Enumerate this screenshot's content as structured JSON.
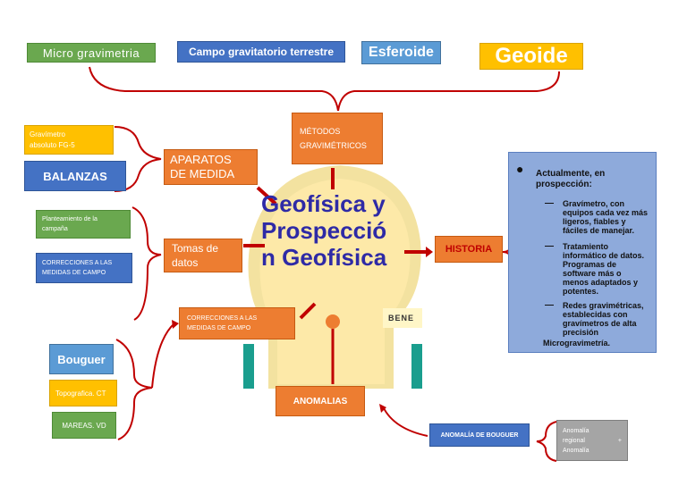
{
  "top_row": {
    "micro": "Micro gravimetria",
    "campo": "Campo gravitatorio terrestre",
    "esferoide": "Esferoide",
    "geoide": "Geoide"
  },
  "metodos": [
    "MÉTODOS",
    "GRAVIMÉTRICOS"
  ],
  "aparatos": [
    "APARATOS",
    "DE MEDIDA"
  ],
  "gravimetro": [
    "Gravímetro",
    "absoluto FG-5"
  ],
  "balanzas": "BALANZAS",
  "tomas": [
    "Tomas de",
    "datos"
  ],
  "planteamiento": [
    "Planteamiento de la",
    "campaña"
  ],
  "correcciones_left": [
    "CORRECCIONES A LAS",
    "MEDIDAS DE CAMPO"
  ],
  "correcciones_center": [
    "CORRECCIONES A LAS",
    "MEDIDAS DE CAMPO"
  ],
  "center_title": [
    "Geofísica y",
    "Prospecció",
    "n Geofísica"
  ],
  "bene_label": "BENE",
  "historia": "HISTORIA",
  "history_panel": {
    "intro": [
      "Actualmente, en",
      "prospección:"
    ],
    "items": [
      [
        "Gravímetro, con",
        "equipos cada vez más",
        "ligeros, fiables y",
        "fáciles de manejar."
      ],
      [
        "Tratamiento",
        "informático de datos.",
        "Programas de",
        "software más o",
        "menos adaptados y",
        "potentes."
      ],
      [
        "Redes gravimétricas,",
        "establecidas con",
        "gravímetros de alta",
        "precisión"
      ]
    ],
    "last": "Microgravimetría."
  },
  "bouguer": "Bouguer",
  "topografica": "Topografica. CT",
  "mareas": "MAREAS. VD",
  "anomalias": "ANOMALIAS",
  "anomalia_bouguer": "ANOMALÍA DE BOUGUER",
  "anomalia_box": [
    "Anomalía",
    "regional",
    "+",
    "Anomalía"
  ],
  "colors": {
    "green": "#6aa84f",
    "blue": "#4472c4",
    "orange": "#ed7d31",
    "yellow": "#ffc000",
    "gray": "#a5a5a5",
    "connector": "#c00000",
    "title": "#2e2aa6",
    "panel": "#8eaadb"
  }
}
